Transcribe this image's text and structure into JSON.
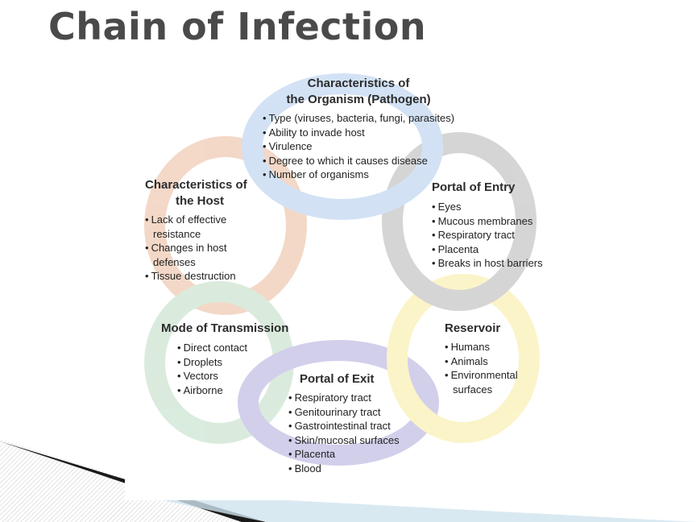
{
  "title": "Chain of Infection",
  "colors": {
    "pathogen_ring": "#cfe0f4",
    "entry_ring": "#d2d2d2",
    "reservoir_ring": "#fbf4c4",
    "exit_ring": "#cfcbea",
    "transmission_ring": "#d7eadb",
    "host_ring": "#f3d5c3",
    "title": "#4a4a4a"
  },
  "nodes": {
    "pathogen": {
      "title_lines": [
        "Characteristics of",
        "the Organism (Pathogen)"
      ],
      "items": [
        "Type (viruses, bacteria, fungi, parasites)",
        "Ability to invade host",
        "Virulence",
        "Degree to which it causes disease",
        "Number of organisms"
      ]
    },
    "entry": {
      "title_lines": [
        "Portal of Entry"
      ],
      "items": [
        "Eyes",
        "Mucous membranes",
        "Respiratory tract",
        "Placenta",
        "Breaks in host barriers"
      ]
    },
    "reservoir": {
      "title_lines": [
        "Reservoir"
      ],
      "items": [
        "Humans",
        "Animals",
        "Environmental"
      ],
      "items_cont": [
        "surfaces"
      ]
    },
    "exit": {
      "title_lines": [
        "Portal of Exit"
      ],
      "items": [
        "Respiratory tract",
        "Genitourinary tract",
        "Gastrointestinal tract",
        "Skin/mucosal surfaces",
        "Placenta",
        "Blood"
      ]
    },
    "transmission": {
      "title_lines": [
        "Mode of Transmission"
      ],
      "items": [
        "Direct contact",
        "Droplets",
        "Vectors",
        "Airborne"
      ]
    },
    "host": {
      "title_lines": [
        "Characteristics of",
        "the Host"
      ],
      "items": [
        "Lack of effective",
        "resistance",
        "Changes in host",
        "defenses",
        "Tissue destruction"
      ]
    }
  }
}
